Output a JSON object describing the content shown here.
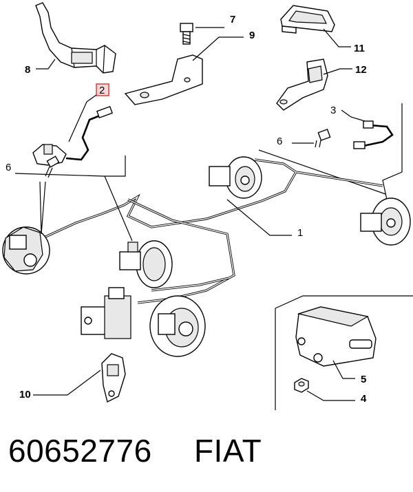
{
  "callouts": {
    "c1": "1",
    "c2": "2",
    "c3": "3",
    "c4": "4",
    "c5": "5",
    "c6a": "6",
    "c6b": "6",
    "c7": "7",
    "c8": "8",
    "c9": "9",
    "c10": "10",
    "c11": "11",
    "c12": "12"
  },
  "footer": {
    "part_number": "60652776",
    "brand": "FIAT"
  },
  "colors": {
    "highlight_box": "#d9342b",
    "highlight_fill": "#f7d9d9"
  }
}
